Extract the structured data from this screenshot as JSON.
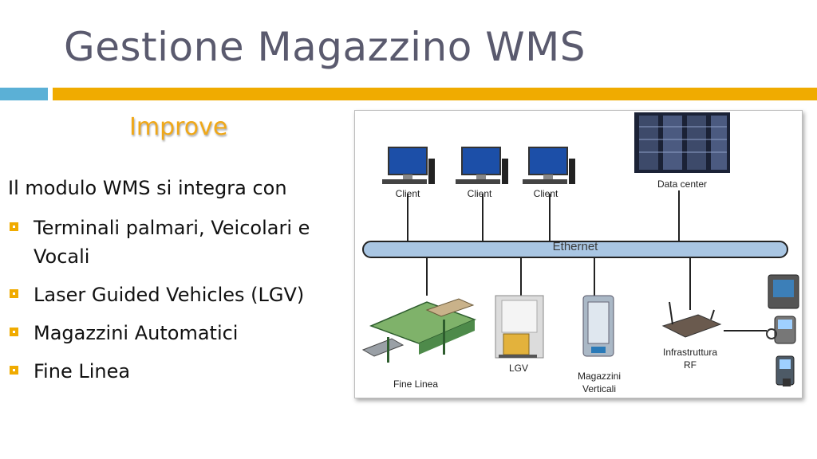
{
  "title": "Gestione Magazzino WMS",
  "subtitle": "Improve",
  "intro": "Il modulo WMS si integra con",
  "bullets": [
    "Terminali palmari, Veicolari e Vocali",
    "Laser Guided Vehicles (LGV)",
    "Magazzini Automatici",
    "Fine Linea"
  ],
  "diagram": {
    "bus_label": "Ethernet",
    "clients": [
      "Client",
      "Client",
      "Client"
    ],
    "datacenter": "Data center",
    "fine_linea": "Fine Linea",
    "lgv": "LGV",
    "magazzini_line1": "Magazzini",
    "magazzini_line2": "Verticali",
    "rf_line1": "Infrastruttura",
    "rf_line2": "RF"
  },
  "colors": {
    "title": "#5a5a6e",
    "accent_orange": "#f0ab00",
    "accent_blue": "#5bb0d6",
    "subtitle": "#f0a818",
    "bus": "#a9c6e3"
  }
}
